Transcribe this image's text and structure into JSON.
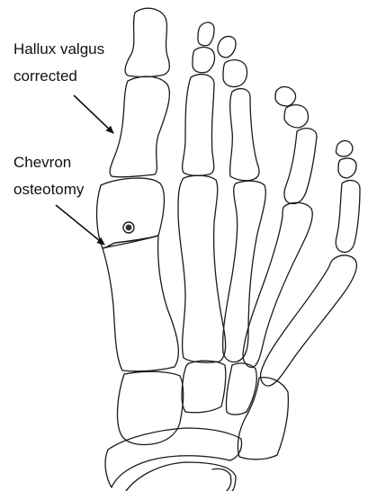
{
  "annotations": {
    "hallux_valgus": {
      "line1": "Hallux valgus",
      "line2": "corrected"
    },
    "chevron_osteotomy": {
      "line1": "Chevron",
      "line2": "osteotomy"
    }
  },
  "colors": {
    "outline": "#1a1a1a",
    "screw_fill": "#333333",
    "background": "#ffffff"
  },
  "icons": {
    "screw": "screw-icon",
    "arrow": "arrow-icon"
  }
}
